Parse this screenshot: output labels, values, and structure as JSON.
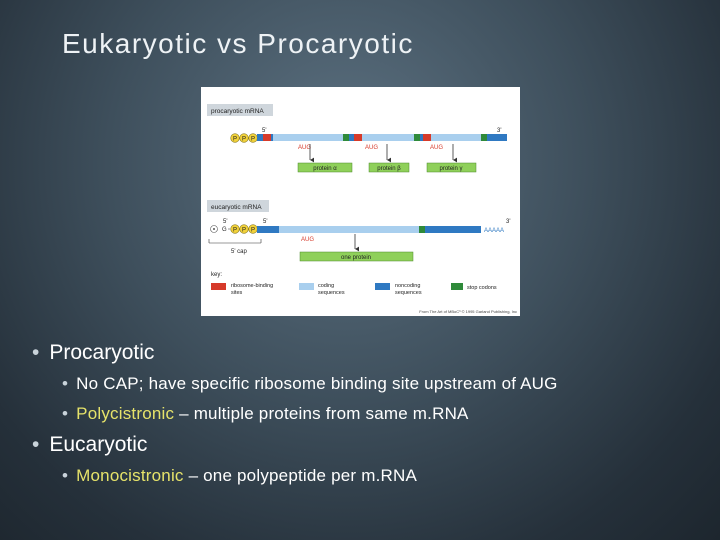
{
  "slide": {
    "title": "Eukaryotic vs Procaryotic"
  },
  "figure": {
    "prok_header": "procaryotic mRNA",
    "euk_header": "eucaryotic mRNA",
    "five_prime": "5'",
    "three_prime": "3'",
    "p_label": "P",
    "g_label": "G",
    "aug": "AUG",
    "protein_alpha": "protein α",
    "protein_beta": "protein β",
    "protein_gamma": "protein γ",
    "one_protein": "one protein",
    "cap_label": "5' cap",
    "poly_a": "AAAAA",
    "key_label": "key:",
    "key_rbs_1": "ribosome-binding",
    "key_rbs_2": "sites",
    "key_coding_1": "coding",
    "key_coding_2": "sequences",
    "key_noncoding_1": "noncoding",
    "key_noncoding_2": "sequences",
    "key_stop": "stop codons",
    "credit": "From The Art of MBoC³ © 1995 Garland Publishing, Inc",
    "colors": {
      "ribosome_binding": "#d63a2a",
      "coding": "#a9cfee",
      "noncoding": "#2f79c2",
      "stop": "#2f8a3a",
      "protein": "#8fd05a",
      "phosphate": "#f2d23a",
      "header_bg": "#cfd6dc"
    }
  },
  "bullets": {
    "prok_heading": "Procaryotic",
    "prok_item1": "No CAP; have specific ribosome binding site upstream of AUG",
    "prok_item2_hl": "Polycistronic",
    "prok_item2_rest": " – multiple proteins from same m.RNA",
    "euk_heading": "Eucaryotic",
    "euk_item1_hl": "Monocistronic",
    "euk_item1_rest": " – one polypeptide per m.RNA"
  }
}
